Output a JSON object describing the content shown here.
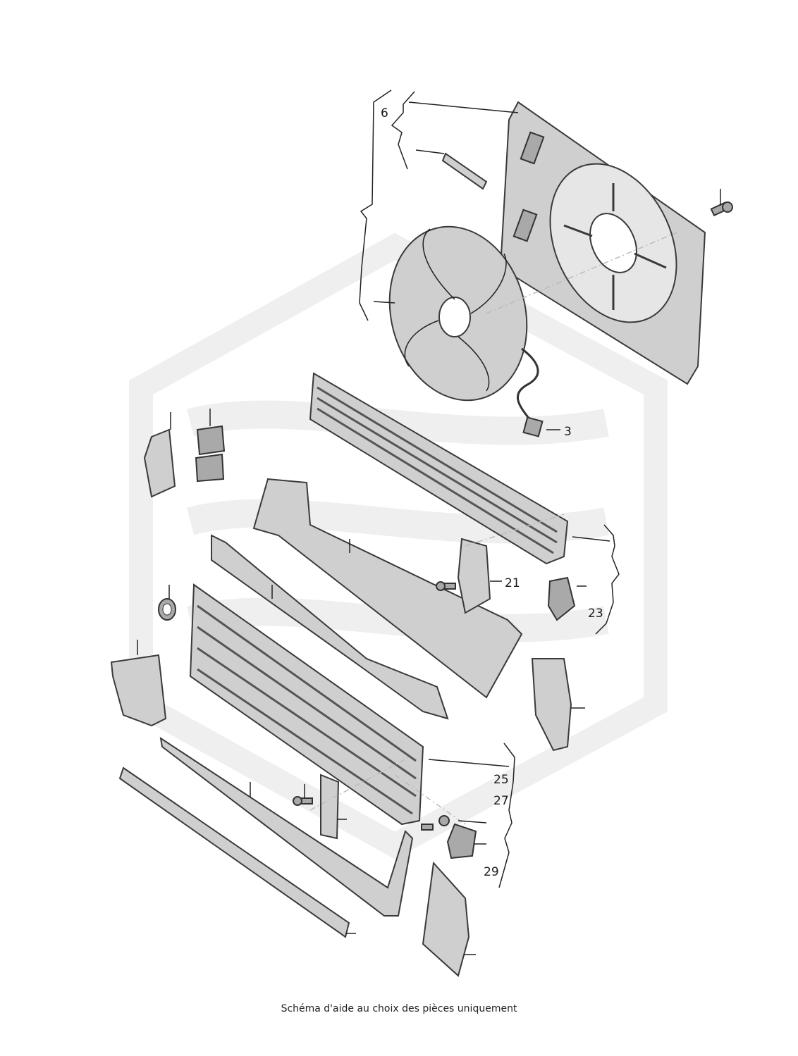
{
  "callouts": [
    {
      "id": "6",
      "label": "6"
    },
    {
      "id": "3",
      "label": "3"
    },
    {
      "id": "21",
      "label": "21"
    },
    {
      "id": "23",
      "label": "23"
    },
    {
      "id": "25",
      "label": "25"
    },
    {
      "id": "27",
      "label": "27"
    },
    {
      "id": "29",
      "label": "29"
    }
  ],
  "caption": "Schéma d'aide au choix des pièces uniquement",
  "colors": {
    "line": "#222222",
    "part_fill": "#cfcfcf",
    "part_dark": "#a9a9a9",
    "watermark": "#efefef"
  }
}
